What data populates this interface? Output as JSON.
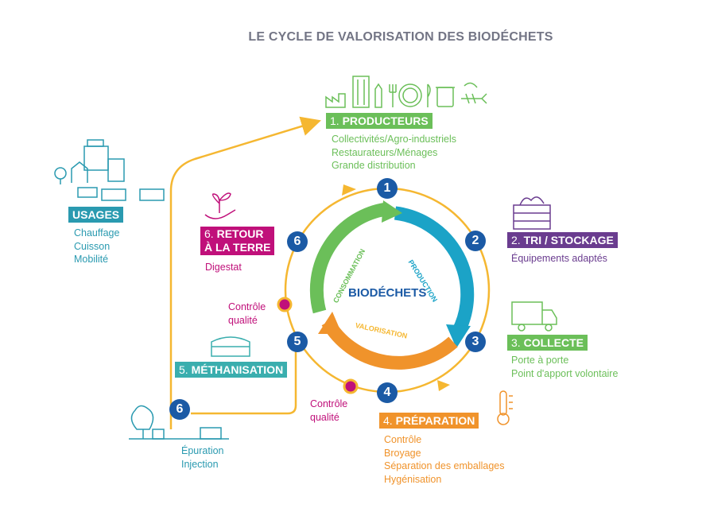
{
  "title": "LE CYCLE DE VALORISATION DES BIODÉCHETS",
  "center_label": "BIODÉCHETS",
  "arc_labels": {
    "production": "PRODUCTION",
    "consommation": "CONSOMMATION",
    "valorisation": "VALORISATION"
  },
  "colors": {
    "blue": "#1b5aa5",
    "green": "#6bbf59",
    "purple": "#6a3c8f",
    "teal": "#3aaeae",
    "orange": "#f0932b",
    "gold": "#f5b731",
    "magenta": "#c0107a",
    "cyan": "#1ba3c7",
    "usages_teal": "#2a9ab0"
  },
  "steps": [
    {
      "number": "1",
      "label_num": "1.",
      "label": "PRODUCTEURS",
      "lines": [
        "Collectivités/Agro-industriels",
        "Restaurateurs/Ménages",
        "Grande distribution"
      ]
    },
    {
      "number": "2",
      "label_num": "2.",
      "label": "TRI / STOCKAGE",
      "lines": [
        "Équipements adaptés"
      ]
    },
    {
      "number": "3",
      "label_num": "3.",
      "label": "COLLECTE",
      "lines": [
        "Porte à porte",
        "Point d'apport volontaire"
      ]
    },
    {
      "number": "4",
      "label_num": "4.",
      "label": "PRÉPARATION",
      "lines": [
        "Contrôle",
        "Broyage",
        "Séparation des emballages",
        "Hygénisation"
      ]
    },
    {
      "number": "5",
      "label_num": "5.",
      "label": "MÉTHANISATION",
      "lines": []
    },
    {
      "number": "6",
      "label_num": "6.",
      "label": "RETOUR",
      "label2": "À LA TERRE",
      "lines": [
        "Digestat"
      ]
    }
  ],
  "quality_checks": [
    {
      "line1": "Contrôle",
      "line2": "qualité"
    },
    {
      "line1": "Contrôle",
      "line2": "qualité"
    }
  ],
  "usages": {
    "label": "USAGES",
    "lines": [
      "Chauffage",
      "Cuisson",
      "Mobilité"
    ]
  },
  "epuration": {
    "number": "6",
    "lines": [
      "Épuration",
      "Injection"
    ]
  },
  "icons": [
    "factory-icon",
    "building-icon",
    "bottle-icon",
    "cutlery-icon",
    "plate-icon",
    "bin-icon",
    "fish-bones-icon",
    "crate-icon",
    "truck-icon",
    "thermometer-icon",
    "plant-hand-icon",
    "digester-icon",
    "tree-icon",
    "houses-icon"
  ]
}
